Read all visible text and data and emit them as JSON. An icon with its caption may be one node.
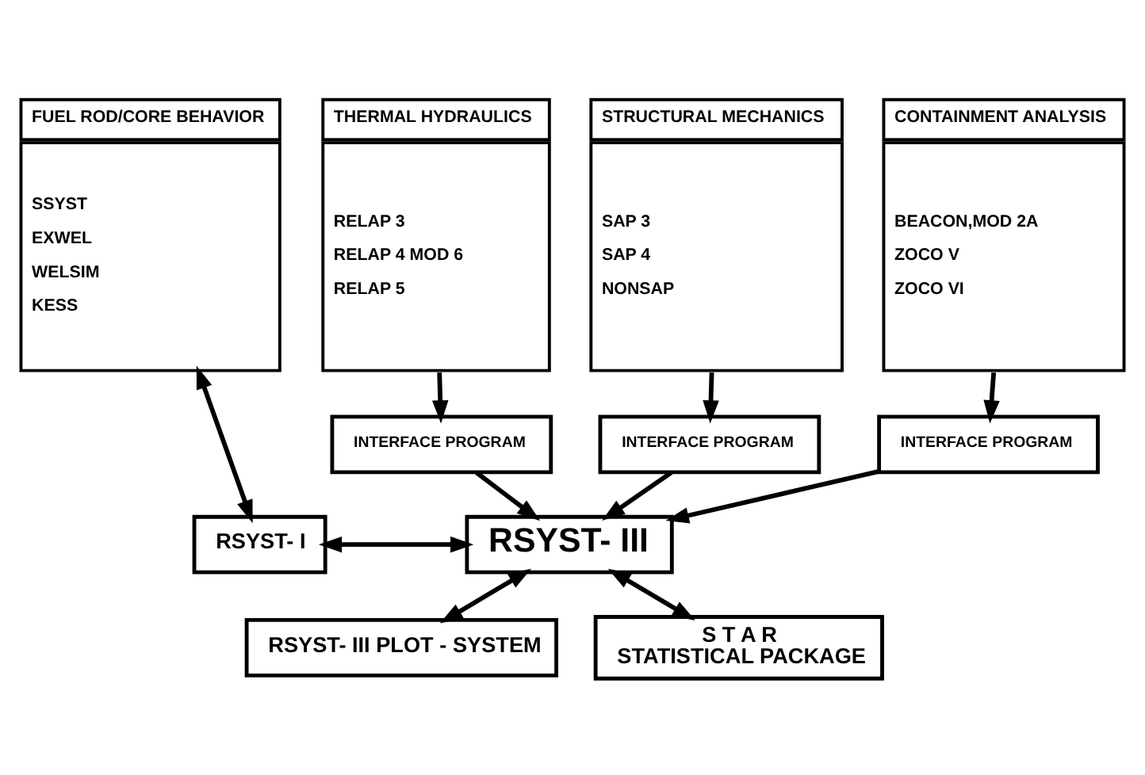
{
  "diagram": {
    "nodes": [
      {
        "text": [
          "FUEL ROD/CORE BEHAVIOR",
          "SSYST",
          "EXWEL",
          "WELSIM",
          "KESS"
        ]
      },
      {
        "text": [
          "THERMAL HYDRAULICS",
          "RELAP 3",
          "RELAP 4 MOD 6",
          "RELAP 5"
        ]
      },
      {
        "text": [
          "STRUCTURAL MECHANICS",
          "SAP 3",
          "SAP 4",
          "NONSAP"
        ]
      },
      {
        "text": [
          "CONTAINMENT ANALYSIS",
          "BEACON,MOD 2A",
          "ZOCO V",
          "ZOCO VI"
        ]
      },
      {
        "text": [
          "INTERFACE PROGRAM"
        ]
      },
      {
        "text": [
          "INTERFACE PROGRAM"
        ]
      },
      {
        "text": [
          "INTERFACE PROGRAM"
        ]
      },
      {
        "text": [
          "RSYST- I"
        ]
      },
      {
        "text": [
          "RSYST- III"
        ]
      },
      {
        "text": [
          "RSYST- III PLOT - SYSTEM"
        ]
      },
      {
        "text": [
          "S T A R",
          "STATISTICAL PACKAGE"
        ]
      }
    ],
    "edges": [
      {
        "from": 0,
        "to": 7,
        "arrow": "both"
      },
      {
        "from": 1,
        "to": 4,
        "arrow": "to"
      },
      {
        "from": 2,
        "to": 5,
        "arrow": "to"
      },
      {
        "from": 3,
        "to": 6,
        "arrow": "to"
      },
      {
        "from": 4,
        "to": 8,
        "arrow": "to"
      },
      {
        "from": 5,
        "to": 8,
        "arrow": "to"
      },
      {
        "from": 6,
        "to": 8,
        "arrow": "to"
      },
      {
        "from": 7,
        "to": 8,
        "arrow": "both"
      },
      {
        "from": 8,
        "to": 9,
        "arrow": "both"
      },
      {
        "from": 8,
        "to": 10,
        "arrow": "both"
      }
    ]
  }
}
